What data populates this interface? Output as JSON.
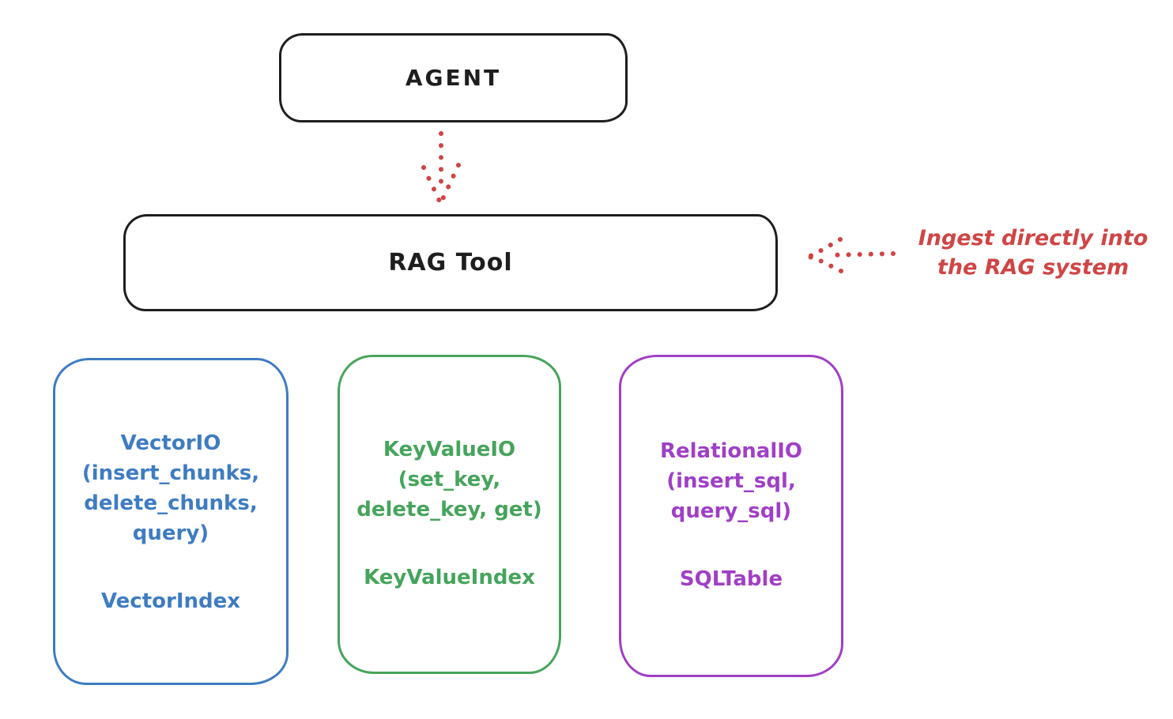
{
  "background": "#ffffff",
  "palette": {
    "ink": "#1e1e1e",
    "red": "#cf4545",
    "blue": "#3e7cc2",
    "green": "#46a45c",
    "purple": "#a03fc6"
  },
  "nodes": {
    "agent": {
      "label": "AGENT"
    },
    "rag_tool": {
      "label": "RAG Tool"
    }
  },
  "annotation": {
    "lines": [
      "Ingest directly into",
      "the RAG system"
    ],
    "color": "#cf4545"
  },
  "arrows": [
    {
      "name": "agent-to-rag-tool",
      "style": "dotted",
      "color": "#cf4545",
      "direction": "down"
    },
    {
      "name": "annotation-to-rag-tool",
      "style": "dotted",
      "color": "#cf4545",
      "direction": "left"
    }
  ],
  "storage_boxes": [
    {
      "name": "vector-io",
      "color": "#3e7cc2",
      "lines": [
        "VectorIO",
        "(insert_chunks,",
        "delete_chunks,",
        "query)"
      ],
      "index_label": "VectorIndex"
    },
    {
      "name": "keyvalue-io",
      "color": "#46a45c",
      "lines": [
        "KeyValueIO",
        "(set_key,",
        "delete_key, get)"
      ],
      "index_label": "KeyValueIndex"
    },
    {
      "name": "relational-io",
      "color": "#a03fc6",
      "lines": [
        "RelationalIO",
        "(insert_sql,",
        "query_sql)"
      ],
      "index_label": "SQLTable"
    }
  ]
}
